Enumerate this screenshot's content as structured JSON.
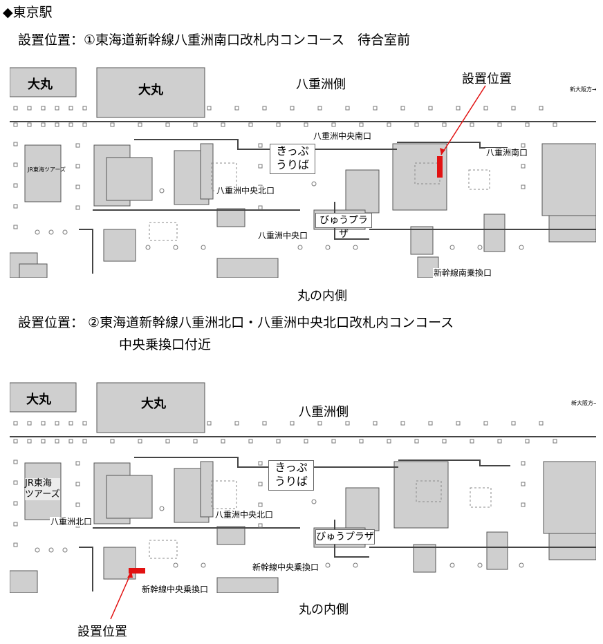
{
  "page": {
    "station_title": "◆東京駅",
    "location1_caption": "設置位置：①東海道新幹線八重洲南口改札内コンコース　待合室前",
    "location2_caption_line1": "設置位置：  ②東海道新幹線八重洲北口・八重洲中央北口改札内コンコース",
    "location2_caption_line2": "中央乗換口付近"
  },
  "map1": {
    "daimaru_left": "大丸",
    "daimaru_right": "大丸",
    "yaesu_side": "八重洲側",
    "marunouchi_side": "丸の内側",
    "install_callout": "設置位置",
    "kippu_line1": "きっぷ",
    "kippu_line2": "うりば",
    "view_plaza": "びゅうプラザ",
    "exit_yaesu_chuo_minami": "八重洲中央南口",
    "exit_yaesu_minami": "八重洲南口",
    "exit_yaesu_chuo_kita": "八重洲中央北口",
    "exit_yaesu_chuo": "八重洲中央口",
    "exit_shinkansen_minami_transfer": "新幹線南乗換口",
    "corner_note": "新大阪方→",
    "tours_line1": "JR東海",
    "tours_line2": "ツアーズ"
  },
  "map2": {
    "daimaru_left": "大丸",
    "daimaru_right": "大丸",
    "yaesu_side": "八重洲側",
    "marunouchi_side": "丸の内側",
    "install_callout": "設置位置",
    "kippu_line1": "きっぷ",
    "kippu_line2": "うりば",
    "view_plaza": "びゅうプラザ",
    "tours_line1": "JR東海",
    "tours_line2": "ツアーズ",
    "exit_yaesu_kita": "八重洲北口",
    "exit_yaesu_chuo_kita": "八重洲中央北口",
    "exit_shinkansen_chuo_transfer_a": "新幹線中央乗換口",
    "exit_shinkansen_chuo_transfer_b": "新幹線中央乗換口",
    "corner_note": "新大阪方→"
  }
}
